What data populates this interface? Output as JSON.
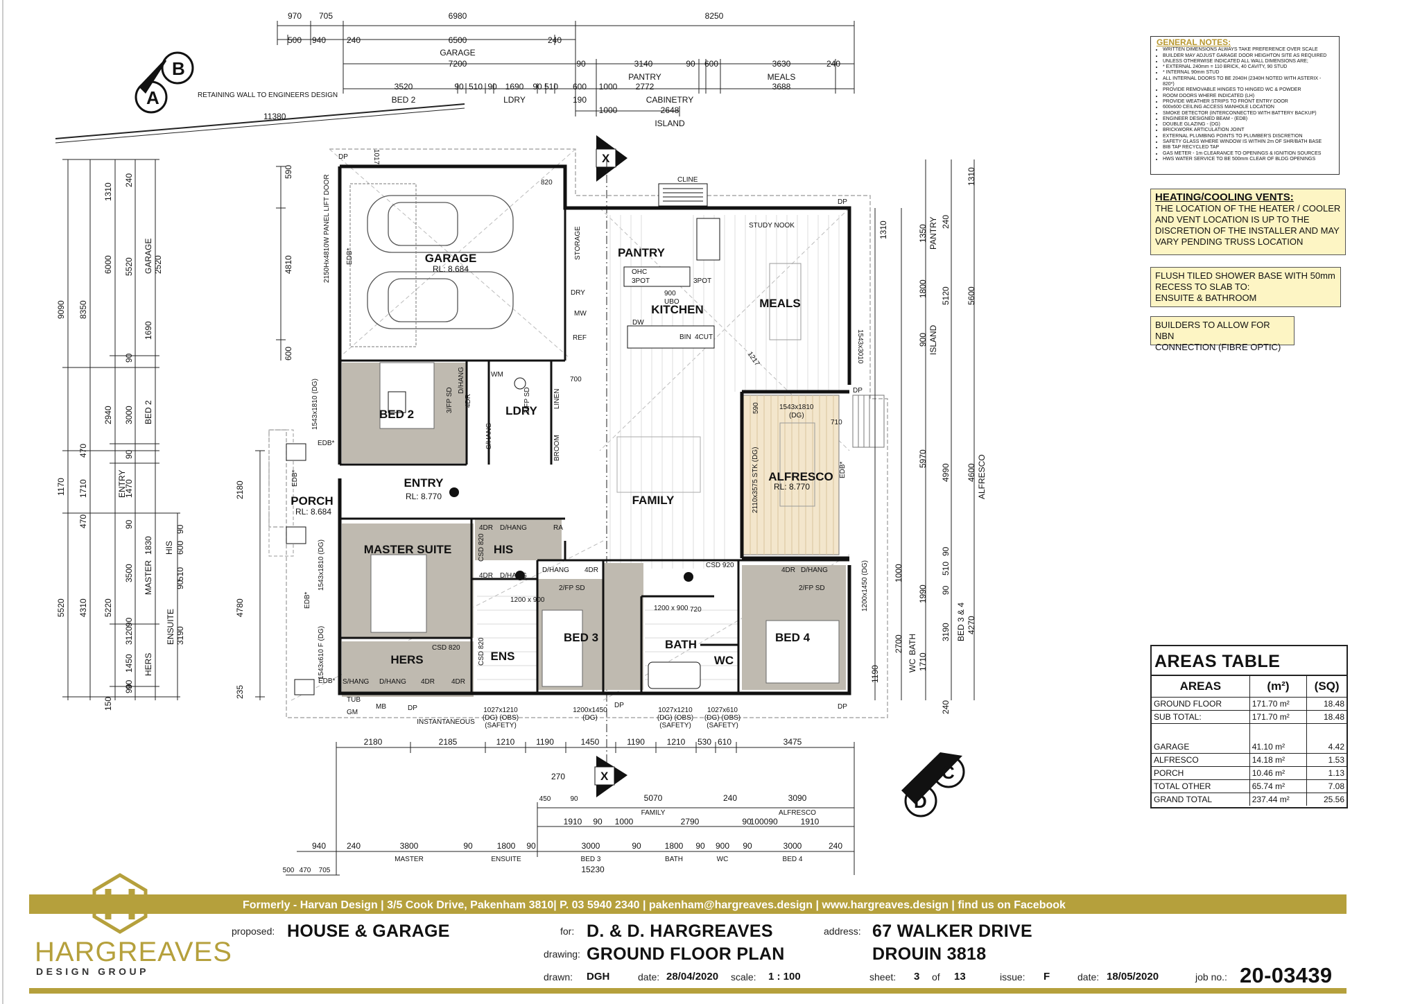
{
  "colors": {
    "brand_gold": "#b5a03c",
    "note_yellow": "#fdf5c4",
    "room_grey": "#bfbab0"
  },
  "plan": {
    "rooms": {
      "garage": "GARAGE",
      "garage_rl": "RL: 8.684",
      "pantry": "PANTRY",
      "kitchen": "KITCHEN",
      "meals": "MEALS",
      "study_nook": "STUDY NOOK",
      "bed2": "BED 2",
      "ldry": "LDRY",
      "entry": "ENTRY",
      "entry_rl": "RL: 8.770",
      "porch": "PORCH",
      "porch_rl": "RL: 8.684",
      "family": "FAMILY",
      "alfresco": "ALFRESCO",
      "alfresco_rl": "RL: 8.770",
      "master_suite": "MASTER SUITE",
      "his": "HIS",
      "hers": "HERS",
      "ens": "ENS",
      "bed3": "BED 3",
      "bath": "BATH",
      "wc": "WC",
      "bed4": "BED 4",
      "storage": "STORAGE",
      "linen": "LINEN",
      "broom": "BROOM"
    },
    "top_dims": {
      "row1": [
        "970",
        "705",
        "6980",
        "8250"
      ],
      "row2": [
        "500",
        "940",
        "240",
        "6500",
        "240"
      ],
      "garage_label": "GARAGE",
      "garage_width": "7200",
      "row3": [
        "90",
        "3140",
        "90",
        "600",
        "3630",
        "240"
      ],
      "pantry_label": "PANTRY",
      "pantry_w": "2772",
      "meals_label": "MEALS",
      "meals_w": "3688",
      "row4": [
        "3520",
        "90",
        "510",
        "90",
        "1690",
        "90",
        "510",
        "600",
        "1000"
      ],
      "bed2_label": "BED 2",
      "ldry_label": "LDRY",
      "v190": "190",
      "cabinetry_label": "CABINETRY",
      "cabinetry_w": "2648",
      "island_w": "1000",
      "island_label": "ISLAND",
      "retaining": "RETAINING WALL TO ENGINEERS DESIGN",
      "retaining_len": "11380",
      "v1017": "1017"
    },
    "bottom_dims": {
      "row1": [
        "2180",
        "2185",
        "1210",
        "1190",
        "1450",
        "1190",
        "1210",
        "530",
        "610",
        "3475"
      ],
      "windows": [
        {
          "size": "1027x1210",
          "note": "(DG) (OBS)",
          "note2": "(SAFETY)"
        },
        {
          "size": "1200x1450",
          "note": "(DG)",
          "note2": ""
        },
        {
          "size": "1027x1210",
          "note": "(DG) (OBS)",
          "note2": "(SAFETY)"
        },
        {
          "size": "1027x610",
          "note": "(DG) (OBS)",
          "note2": "(SAFETY)"
        }
      ],
      "instantaneous": "INSTANTANEOUS",
      "gm": "GM",
      "mb": "MB",
      "row2": [
        "270",
        "450",
        "90",
        "5070",
        "240",
        "3090"
      ],
      "family_label": "FAMILY",
      "alfresco_label": "ALFRESCO",
      "row3": [
        "1910",
        "90",
        "1000",
        "2790",
        "90",
        "1000",
        "90",
        "1910"
      ],
      "row4": [
        "940",
        "240",
        "3800",
        "90",
        "1800",
        "90",
        "3000",
        "90",
        "1800",
        "90",
        "900",
        "90",
        "3000",
        "240"
      ],
      "row4_labels": [
        "MASTER",
        "ENSUITE",
        "BED 3",
        "BATH",
        "WC",
        "BED 4"
      ],
      "total_15230": "15230",
      "row5": [
        "500",
        "470",
        "705"
      ]
    },
    "left_dims": {
      "outer": [
        "9090",
        "1170",
        "5520"
      ],
      "mid": [
        "8350",
        "1710",
        "4310"
      ],
      "inner": [
        "6000",
        "2940",
        "470",
        "470",
        "5220",
        "150"
      ],
      "rooms": [
        "240",
        "5520",
        "90",
        "3000",
        "90",
        "1470",
        "90",
        "3500",
        "90",
        "3120",
        "90",
        "1450",
        "90"
      ],
      "labels": [
        "GARAGE",
        "2520",
        "BED 2",
        "ENTRY",
        "MASTER",
        "ENSUITE",
        "3190",
        "HERS",
        "HIS"
      ],
      "small": [
        "1310",
        "1690",
        "1830",
        "600",
        "510",
        "90",
        "90"
      ],
      "porch_side": [
        "2180",
        "4780",
        "235"
      ],
      "garage_side": [
        "590",
        "4810",
        "600"
      ]
    },
    "right_dims": {
      "items": [
        "1310",
        "1310",
        "240",
        "1350",
        "1800",
        "900",
        "5120",
        "5600",
        "5970",
        "4990",
        "4600",
        "90",
        "510",
        "1000",
        "1990",
        "90",
        "2700",
        "1710",
        "3190",
        "4270",
        "240",
        "1190"
      ],
      "labels": [
        "PANTRY",
        "ISLAND",
        "ALFRESCO",
        "BATH",
        "WC",
        "BED 3 & 4"
      ]
    },
    "labels": {
      "dp": "DP",
      "edb": "EDB*",
      "cline": "CLINE",
      "ohc": "OHC",
      "pot3": "3POT",
      "ubo": "UBO",
      "v900": "900",
      "dw": "DW",
      "bin": "BIN",
      "cut4": "4CUT",
      "dry": "DRY",
      "mw": "MW",
      "ref": "REF",
      "wm": "WM",
      "tub": "TUB",
      "v820": "820",
      "v700": "700",
      "v710": "710",
      "v590": "590",
      "v1217": "1217",
      "dhang": "D/HANG",
      "dr4": "4DR",
      "shang": "S/HANG",
      "fpsd3": "3/FP SD",
      "fpsd2": "2/FP SD",
      "ra": "RA",
      "csd820": "CSD 820",
      "csd920": "CSD 920",
      "v720": "720",
      "v1200x900": "1200 x 900",
      "alfresco_win": "1543x1810",
      "alfresco_dg": "(DG)",
      "stk": "2110x3575 STK (DG)",
      "bed2_win": "1543x1810 (DG)",
      "master_win": "1543x1810 (DG)",
      "hers_win": "1543x610 F (DG)",
      "kitchen_win": "1543x3010",
      "bed4_win": "1200x1450 (DG)",
      "garage_door": "2150Hx4810W PANEL LIFT DOOR"
    },
    "section_marks": {
      "a": "A",
      "b": "B",
      "c": "C",
      "d": "D",
      "x": "X"
    }
  },
  "general_notes": {
    "title": "GENERAL NOTES:",
    "items": [
      "WRITTEN DIMENSIONS ALWAYS TAKE PREFERENCE OVER SCALE",
      "BUILDER MAY ADJUST GARAGE DOOR HEIGHTON SITE AS REQUIRED",
      "UNLESS OTHERWISE INDICATED ALL WALL DIMENSIONS ARE;",
      "* EXTERNAL 240mm = 110 BRICK, 40 CAVITY, 90 STUD",
      "* INTERNAL 90mm STUD",
      "ALL INTERNAL DOORS TO BE 2040H (2340H NOTED WITH ASTERIX - 820*)",
      "PROVIDE REMOVABLE HINGES TO HINGED WC & POWDER",
      "ROOM DOORS WHERE INDICATED (LH)",
      "PROVIDE WEATHER STRIPS TO FRONT ENTRY DOOR",
      "600x600 CEILING ACCESS MANHOLE LOCATION",
      "SMOKE DETECTOR (INTERCONNECTED WITH BATTERY BACKUP)",
      "ENGINEER DESIGNED BEAM - (EDB)",
      "DOUBLE GLAZING - (DG)",
      "BRICKWORK ARTICULATION JOINT",
      "EXTERNAL PLUMBING POINTS TO PLUMBER'S DISCRETION",
      "SAFETY GLASS WHERE WINDOW IS WITHIN 2m OF SHR/BATH BASE",
      "BIB TAP   RECYCLED TAP",
      "GAS METER - 1m CLEARANCE TO OPENINGS & IGNITION SOURCES",
      "HWS WATER SERVICE TO BE 500mm CLEAR OF BLDG OPENINGS"
    ]
  },
  "heating_box": {
    "title": "HEATING/COOLING VENTS:",
    "lines": [
      "THE LOCATION OF THE HEATER / COOLER",
      "AND VENT LOCATION IS UP TO THE",
      "DISCRETION OF THE INSTALLER AND MAY",
      "VARY PENDING TRUSS LOCATION"
    ]
  },
  "shower_box": {
    "lines": [
      "FLUSH TILED SHOWER BASE WITH 50mm",
      "RECESS TO SLAB TO:",
      "ENSUITE & BATHROOM"
    ]
  },
  "nbn_box": {
    "lines": [
      "BUILDERS TO ALLOW FOR NBN",
      "CONNECTION (FIBRE OPTIC)"
    ]
  },
  "areas_table": {
    "title": "AREAS TABLE",
    "headers": [
      "AREAS",
      "(m²)",
      "(SQ)"
    ],
    "rows": [
      {
        "name": "GROUND FLOOR",
        "m2": "171.70 m²",
        "sq": "18.48"
      },
      {
        "name": "SUB TOTAL:",
        "m2": "171.70 m²",
        "sq": "18.48"
      },
      {
        "name": "GARAGE",
        "m2": "41.10 m²",
        "sq": "4.42"
      },
      {
        "name": "ALFRESCO",
        "m2": "14.18 m²",
        "sq": "1.53"
      },
      {
        "name": "PORCH",
        "m2": "10.46 m²",
        "sq": "1.13"
      },
      {
        "name": "TOTAL OTHER",
        "m2": "65.74 m²",
        "sq": "7.08"
      },
      {
        "name": "GRAND TOTAL",
        "m2": "237.44 m²",
        "sq": "25.56"
      }
    ]
  },
  "title_block": {
    "band_text": "Formerly - Harvan Design  |  3/5 Cook Drive, Pakenham 3810| P. 03  5940 2340  |  pakenham@hargreaves.design  |  www.hargreaves.design  |  find us on Facebook",
    "logo_name": "HARGREAVES",
    "logo_sub": "DESIGN GROUP",
    "proposed_label": "proposed:",
    "proposed": "HOUSE & GARAGE",
    "for_label": "for:",
    "for": "D. & D. HARGREAVES",
    "address_label": "address:",
    "address1": "67 WALKER DRIVE",
    "address2": "DROUIN 3818",
    "drawing_label": "drawing:",
    "drawing": "GROUND FLOOR PLAN",
    "drawn_label": "drawn:",
    "drawn": "DGH",
    "date_label": "date:",
    "date": "28/04/2020",
    "scale_label": "scale:",
    "scale": "1 : 100",
    "sheet_label": "sheet:",
    "sheet": "3",
    "of_label": "of",
    "of": "13",
    "issue_label": "issue:",
    "issue": "F",
    "date2_label": "date:",
    "date2": "18/05/2020",
    "job_label": "job no.:",
    "job": "20-03439"
  }
}
